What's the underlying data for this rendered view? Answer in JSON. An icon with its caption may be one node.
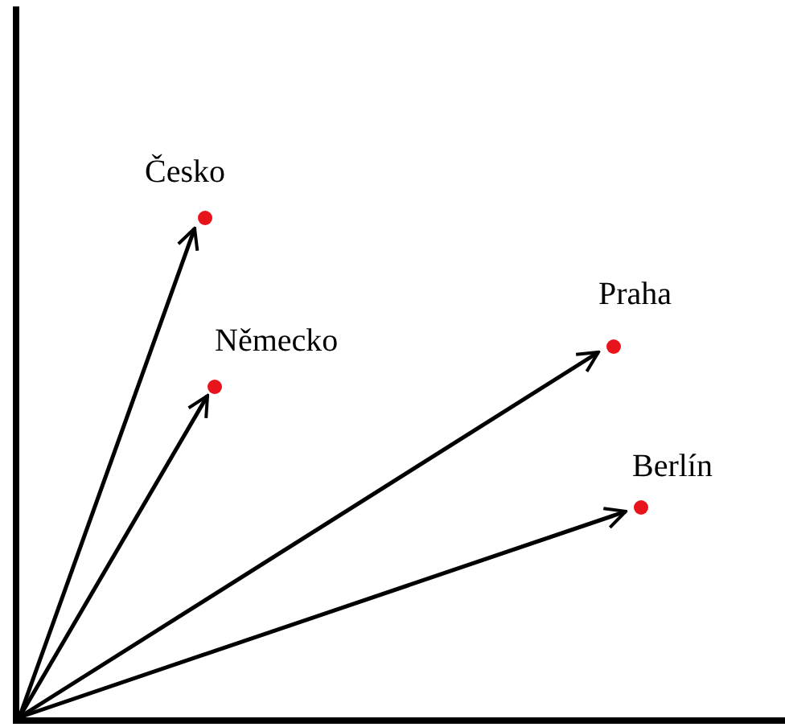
{
  "diagram": {
    "nodes": [
      {
        "text": [
          "Česko"
        ]
      },
      {
        "text": [
          "Německo"
        ]
      },
      {
        "text": [
          "Praha"
        ]
      },
      {
        "text": [
          "Berlín"
        ]
      }
    ],
    "edges": [
      {
        "from": null,
        "to": 0,
        "arrow": "to"
      },
      {
        "from": null,
        "to": 1,
        "arrow": "to"
      },
      {
        "from": null,
        "to": 2,
        "arrow": "to"
      },
      {
        "from": null,
        "to": 3,
        "arrow": "to"
      }
    ]
  }
}
